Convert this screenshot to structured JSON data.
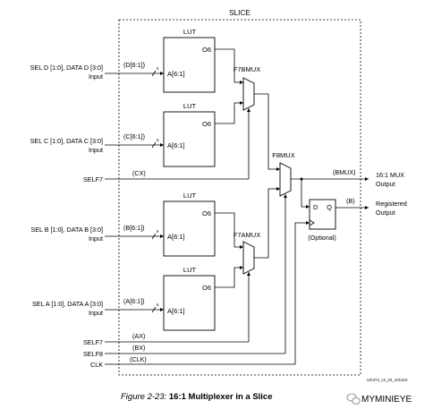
{
  "slice_title": "SLICE",
  "luts": [
    {
      "title": "LUT",
      "in_pin": "A[6:1]",
      "out_pin": "O6",
      "bus": "(D[6:1])",
      "bus_width": "6",
      "input_label": "SEL D [1:0], DATA D [3:0]",
      "input_sub": "Input"
    },
    {
      "title": "LUT",
      "in_pin": "A[6:1]",
      "out_pin": "O6",
      "bus": "(C[6:1])",
      "bus_width": "6",
      "input_label": "SEL C [1:0], DATA C [3:0]",
      "input_sub": "Input"
    },
    {
      "title": "LUT",
      "in_pin": "A[6:1]",
      "out_pin": "O6",
      "bus": "(B[6:1])",
      "bus_width": "6",
      "input_label": "SEL B [1:0], DATA B [3:0]",
      "input_sub": "Input"
    },
    {
      "title": "LUT",
      "in_pin": "A[6:1]",
      "out_pin": "O6",
      "bus": "(A[6:1])",
      "bus_width": "6",
      "input_label": "SEL A [1:0], DATA A [3:0]",
      "input_sub": "Input"
    }
  ],
  "muxes": {
    "f7b": "F7BMUX",
    "f7a": "F7AMUX",
    "f8": "F8MUX"
  },
  "signals": {
    "self7_top": "SELF7",
    "cx": "(CX)",
    "self7_bottom": "SELF7",
    "ax": "(AX)",
    "self8": "SELF8",
    "bx": "(BX)",
    "clk": "CLK",
    "clk_net": "(CLK)"
  },
  "flipflop": {
    "d": "D",
    "q": "Q",
    "optional": "(Optional)"
  },
  "outputs": {
    "bmux": "(BMUX)",
    "mux_title": "16:1 MUX",
    "mux_sub": "Output",
    "b": "(B)",
    "reg_title": "Registered",
    "reg_sub": "Output"
  },
  "figure_id": "UG474_c2_22_101210",
  "caption": {
    "prefix": "Figure 2-23:",
    "title": "16:1 Multiplexer in a Slice"
  },
  "watermark": "MYMINIEYE"
}
